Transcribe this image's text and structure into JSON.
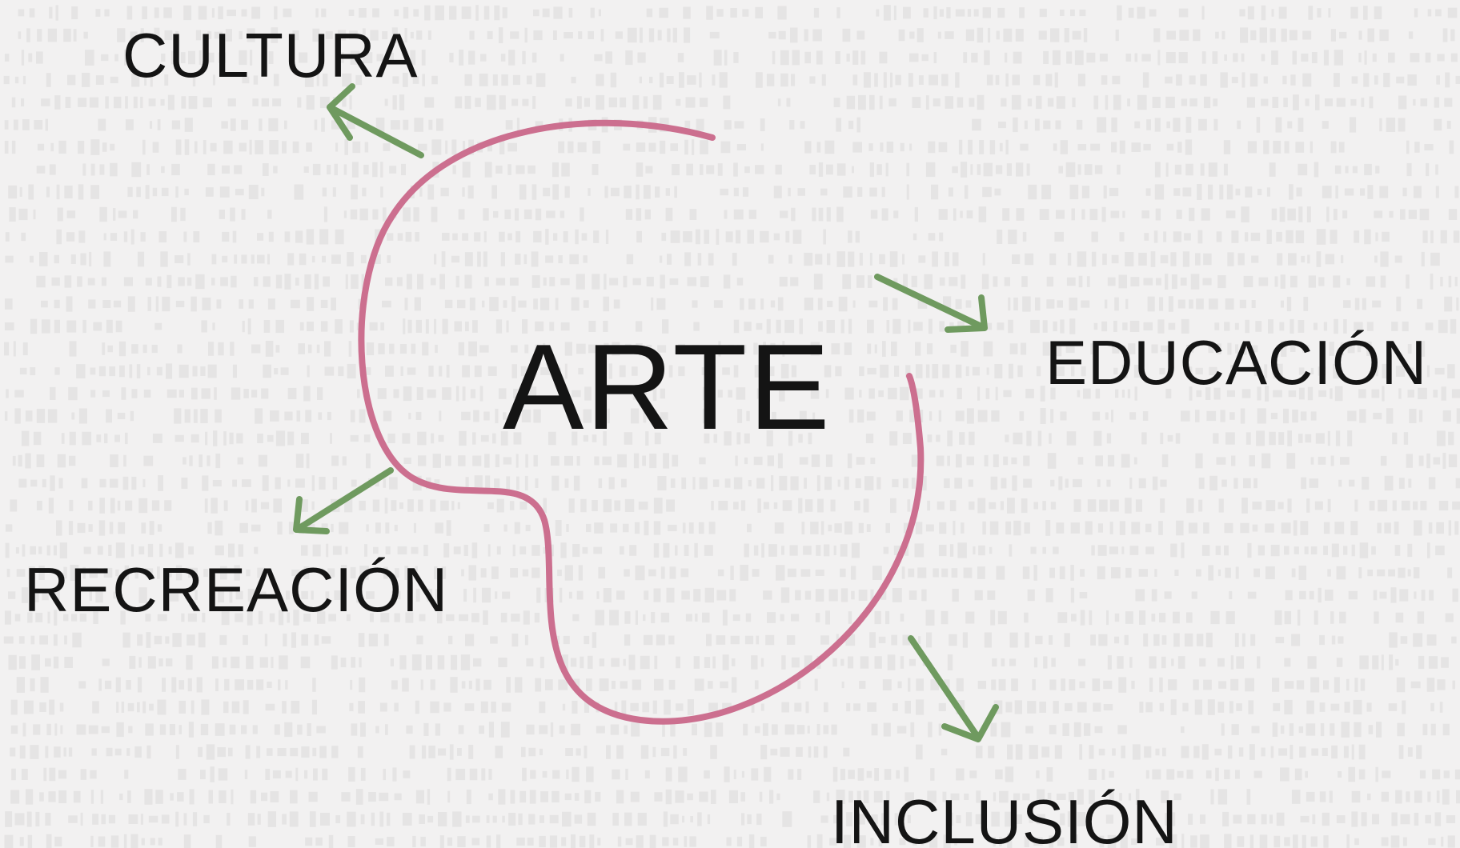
{
  "center": {
    "label": "ARTE"
  },
  "concepts": [
    {
      "id": "cultura",
      "label": "CULTURA"
    },
    {
      "id": "educacion",
      "label": "EDUCACIÓN"
    },
    {
      "id": "recreacion",
      "label": "RECREACIÓN"
    },
    {
      "id": "inclusion",
      "label": "INCLUSIÓN"
    }
  ],
  "colors": {
    "background": "#f2f1f1",
    "texture": "#dcdadb",
    "swirl": "#cc6f8f",
    "arrow": "#6f9a5f",
    "text": "#141414"
  }
}
